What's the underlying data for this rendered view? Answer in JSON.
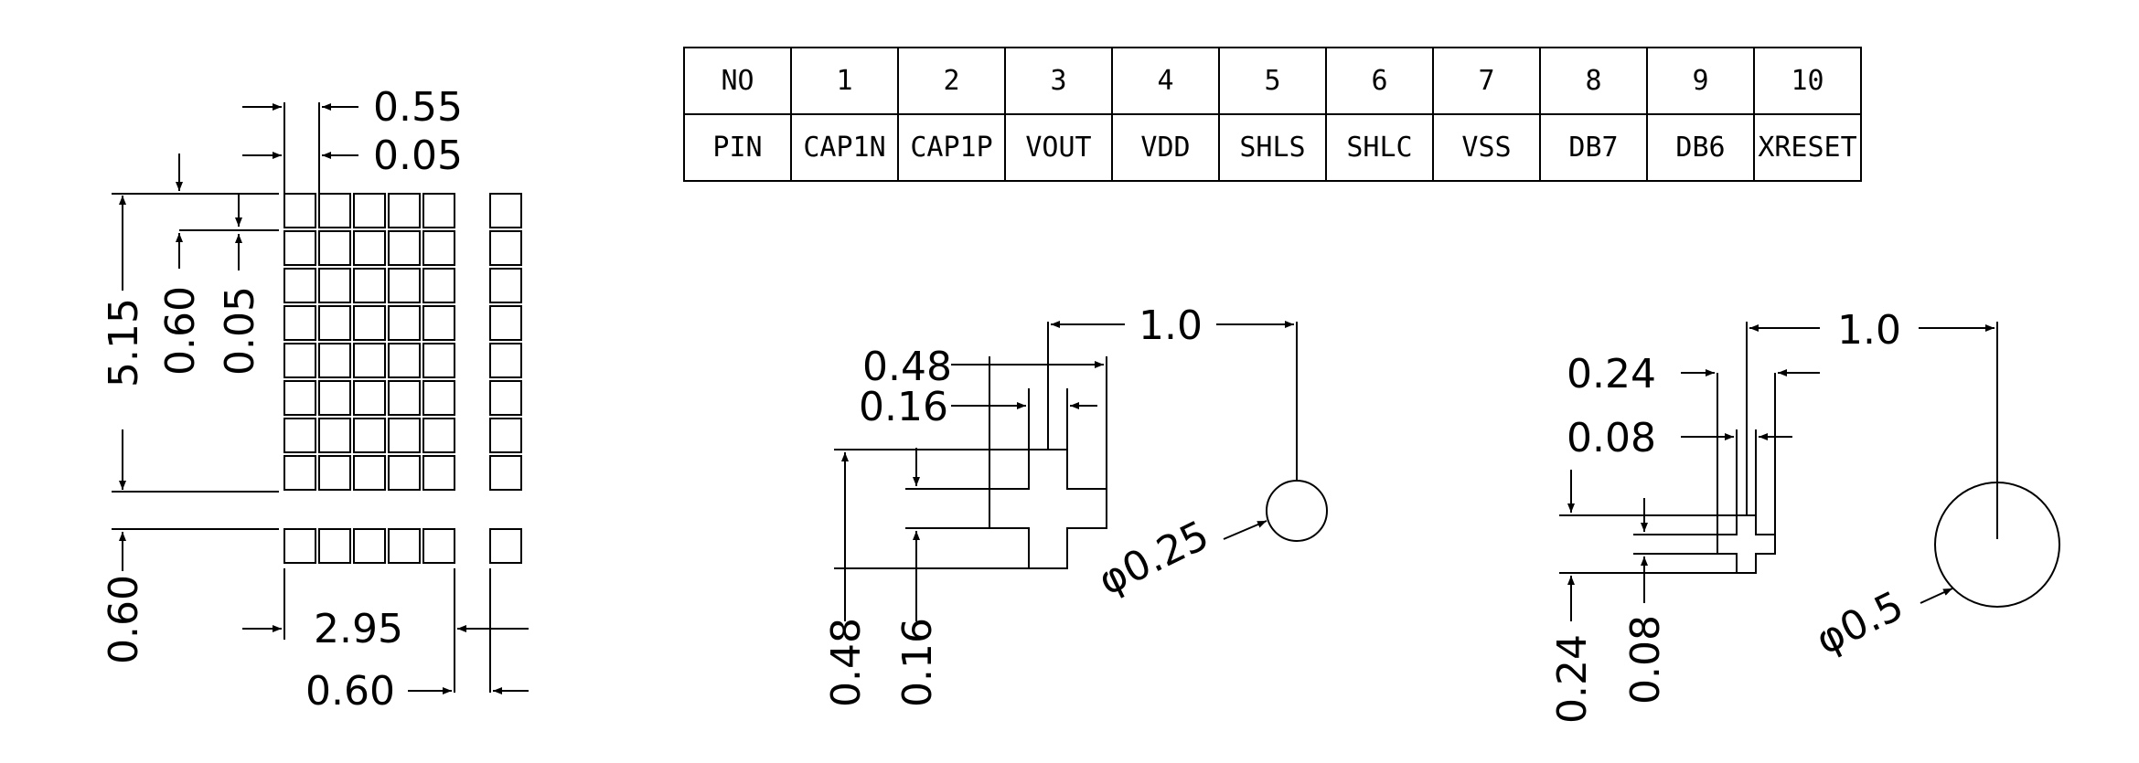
{
  "pin_table": {
    "header_label": "NO",
    "row_label": "PIN",
    "numbers": [
      "1",
      "2",
      "3",
      "4",
      "5",
      "6",
      "7",
      "8",
      "9",
      "10"
    ],
    "pins": [
      "CAP1N",
      "CAP1P",
      "VOUT",
      "VDD",
      "SHLS",
      "SHLC",
      "VSS",
      "DB7",
      "DB6",
      "XRESET"
    ]
  },
  "dot_matrix_dims": {
    "pitch_width": "0.55",
    "gap_width": "0.05",
    "total_height": "5.15",
    "pitch_height": "0.60",
    "gap_height": "0.05",
    "cursor_height": "0.60",
    "total_width": "2.95",
    "cursor_offset": "0.60"
  },
  "cross_mark_1": {
    "distance": "1.0",
    "width": "0.48",
    "arm_width": "0.16",
    "height": "0.48",
    "arm_height": "0.16",
    "circle_diameter": "φ0.25"
  },
  "cross_mark_2": {
    "distance": "1.0",
    "width": "0.24",
    "arm_width": "0.08",
    "height": "0.24",
    "arm_height": "0.08",
    "circle_diameter": "φ0.5"
  }
}
